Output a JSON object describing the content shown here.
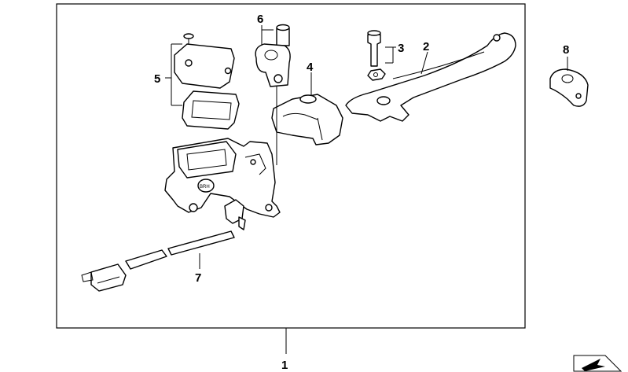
{
  "diagram": {
    "callouts": [
      {
        "id": "callout-1",
        "label": "1"
      },
      {
        "id": "callout-2",
        "label": "2"
      },
      {
        "id": "callout-3",
        "label": "3"
      },
      {
        "id": "callout-4",
        "label": "4"
      },
      {
        "id": "callout-5",
        "label": "5"
      },
      {
        "id": "callout-6",
        "label": "6"
      },
      {
        "id": "callout-7",
        "label": "7"
      },
      {
        "id": "callout-8",
        "label": "8"
      }
    ],
    "brand_mark": "BRH"
  }
}
